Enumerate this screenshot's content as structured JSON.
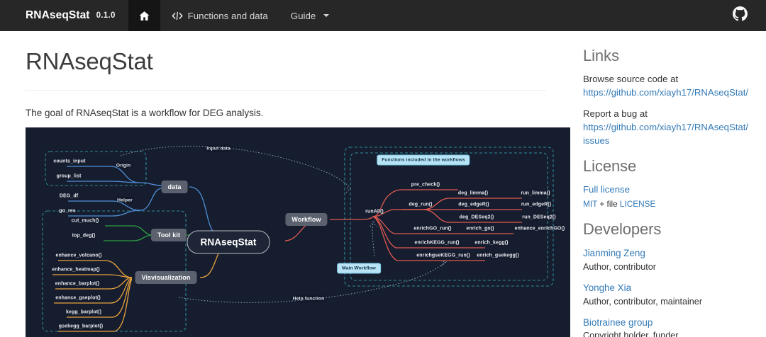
{
  "navbar": {
    "brand": "RNAseqStat",
    "version": "0.1.0",
    "items": [
      {
        "label": "",
        "icon": "home-icon",
        "active": true
      },
      {
        "label": "Functions and data",
        "icon": "code-icon",
        "active": false
      },
      {
        "label": "Guide",
        "icon": "caret-down-icon",
        "active": false
      }
    ],
    "github_icon": "github-icon",
    "background": "#272727"
  },
  "main": {
    "title": "RNAseqStat",
    "intro": "The goal of RNAseqStat is a workflow for DEG analysis."
  },
  "diagram": {
    "background": "#161d2e",
    "root": "RNAseqStat",
    "branches": [
      {
        "name": "data",
        "type": "box"
      },
      {
        "name": "Tool kit",
        "type": "box"
      },
      {
        "name": "Visvisualization",
        "type": "box"
      },
      {
        "name": "Workflow",
        "type": "box"
      }
    ],
    "edge_labels": [
      {
        "label": "Origin"
      },
      {
        "label": "Helper"
      },
      {
        "label": "Input data"
      },
      {
        "label": "Help function"
      }
    ],
    "notes": [
      {
        "label": "Functions included in the workflows"
      },
      {
        "label": "Main Workflow"
      }
    ],
    "data_origin": [
      "counts_input",
      "group_list"
    ],
    "data_helper": [
      "DEG_df",
      "go_res"
    ],
    "toolkit": [
      "cut_much()",
      "top_deg()"
    ],
    "visualization": [
      "enhance_volcano()",
      "enhance_heatmap()",
      "enhance_barplot()",
      "enhance_gseplot()",
      "kegg_barplot()",
      "gsekegg_barplot()"
    ],
    "workflow_entry": "runAll()",
    "workflow_level1": [
      "pre_check()",
      "deg_run()",
      "enrichGO_run()",
      "enrichKEGG_run()",
      "enrichgseKEGG_run()"
    ],
    "workflow_level2": [
      "deg_limma()",
      "deg_edgeR()",
      "deg_DESeq2()",
      "enrich_go()",
      "enrich_kegg()",
      "enrich_gsekegg()"
    ],
    "workflow_level3": [
      "run_limma()",
      "run_edgeR()",
      "run_DESeq2()",
      "enhance_enrichGO()"
    ],
    "colors": {
      "data_branch": "#4f8fd6",
      "toolkit_branch": "#2f9e44",
      "visualization_branch": "#e8a33d",
      "workflow_branch": "#e05a52",
      "dashed_group": "#2e8b9a",
      "dotted_link": "#8fa6c4"
    }
  },
  "sidebar": {
    "links_heading": "Links",
    "links": [
      {
        "label": "Browse source code at",
        "url": "https://github.com/xiayh17/RNAseqStat/"
      },
      {
        "label": "Report a bug at",
        "url": "https://github.com/xiayh17/RNAseqStat/issues"
      }
    ],
    "license_heading": "License",
    "license_full": "Full license",
    "license_prefix": "MIT",
    "license_middle": "+ file",
    "license_file": "LICENSE",
    "developers_heading": "Developers",
    "developers": [
      {
        "name": "Jianming Zeng",
        "role": "Author, contributor"
      },
      {
        "name": "Yonghe Xia",
        "role": "Author, contributor, maintainer"
      },
      {
        "name": "Biotrainee group",
        "role": "Copyright holder, funder"
      }
    ]
  }
}
